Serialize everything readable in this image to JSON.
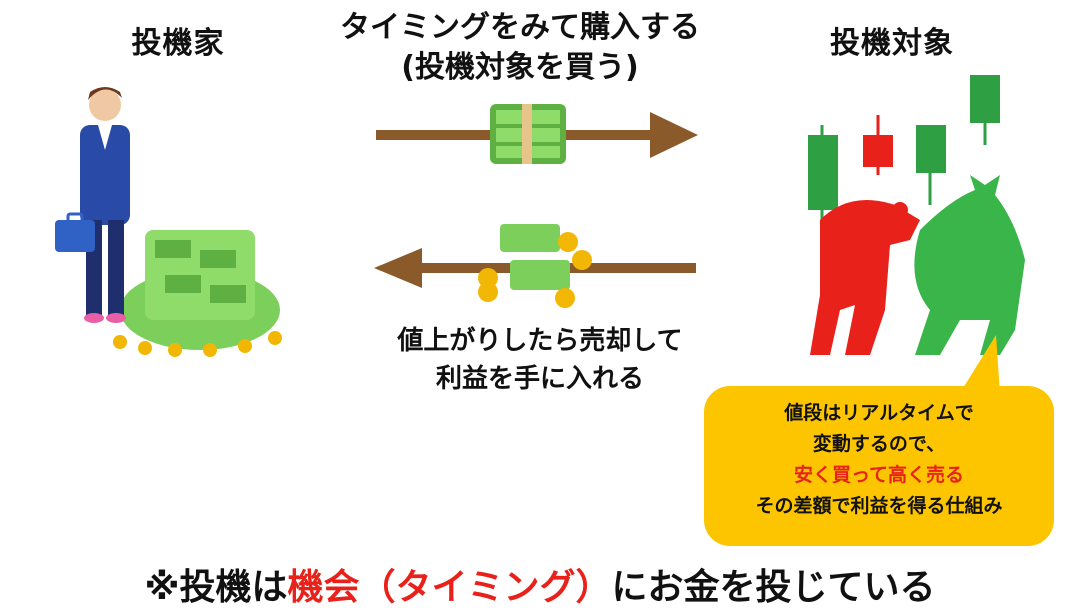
{
  "investor": {
    "label": "投機家"
  },
  "target": {
    "label": "投機対象"
  },
  "top_caption": {
    "line1": "タイミングをみて購入する",
    "line2": "(投機対象を買う)"
  },
  "bottom_caption": {
    "line1": "値上がりしたら売却して",
    "line2": "利益を手に入れる"
  },
  "bubble": {
    "line1": "値段はリアルタイムで",
    "line2": "変動するので、",
    "line3_highlight": "安く買って高く売る",
    "line4": "その差額で利益を得る仕組み"
  },
  "footer": {
    "prefix": "※投機は",
    "highlight": "機会（タイミング）",
    "suffix": "にお金を投じている"
  },
  "colors": {
    "arrow": "#8a5a2b",
    "highlight_red": "#e8211a",
    "bubble_yellow": "#fcc500",
    "candle_green": "#2ea043",
    "candle_red": "#e8211a",
    "money_green": "#7ccf5a"
  }
}
